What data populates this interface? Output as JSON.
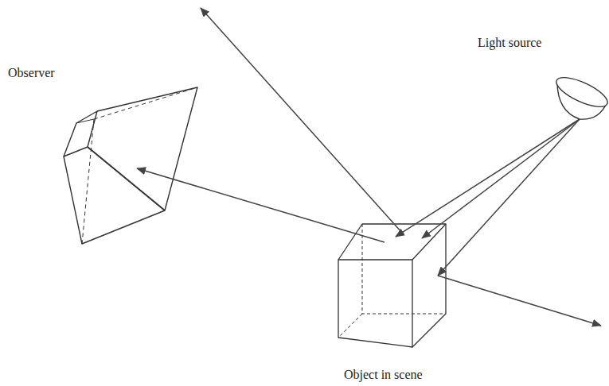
{
  "diagram": {
    "nodes": [
      {
        "text": [
          "Observer"
        ]
      },
      {
        "text": [
          "Light source"
        ]
      },
      {
        "text": [
          "Object in scene"
        ]
      }
    ],
    "edges": [
      {
        "from": 1,
        "to": 2,
        "arrow": "to"
      },
      {
        "from": 1,
        "to": 2,
        "arrow": "to"
      },
      {
        "from": 1,
        "to": 2,
        "arrow": "to"
      },
      {
        "from": 2,
        "to": 0,
        "arrow": "to"
      }
    ]
  }
}
